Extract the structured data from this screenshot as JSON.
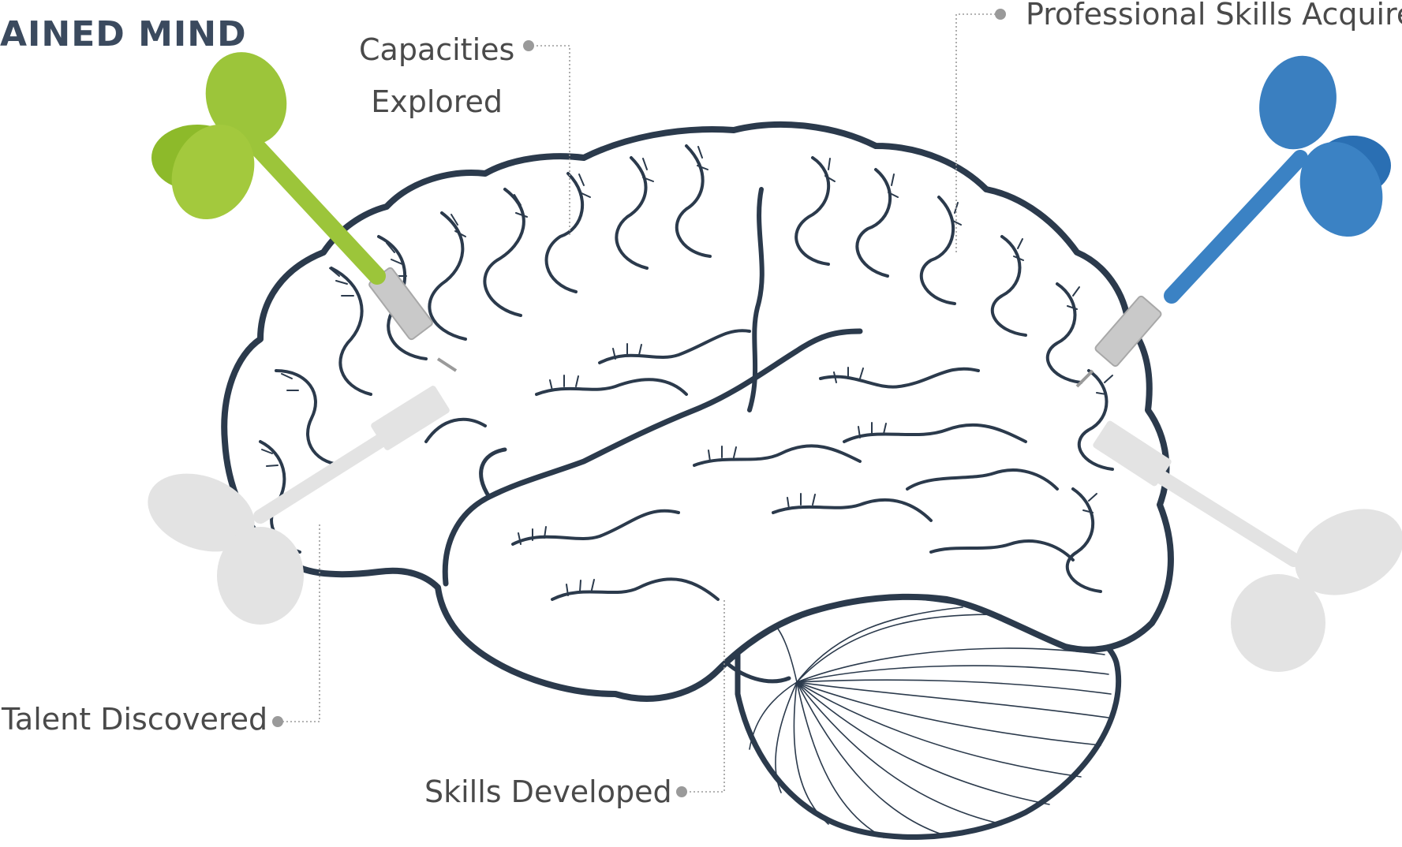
{
  "title": "AINED MIND",
  "labels": {
    "capacities_line1": "Capacities",
    "capacities_line2": "Explored",
    "professional": "Professional Skills Acquired",
    "talent": "Talent Discovered",
    "skills": "Skills Developed"
  },
  "icons": [
    "brain-illustration",
    "green-dart-icon",
    "blue-dart-icon",
    "faded-dart-icon"
  ],
  "colors": {
    "title": "#3b4a5e",
    "brain_outline": "#2b3a4c",
    "green_dart": "#9cc53a",
    "blue_dart": "#3b82c4",
    "faded_dart": "#e2e2e2",
    "leader": "#9a9a9a"
  }
}
